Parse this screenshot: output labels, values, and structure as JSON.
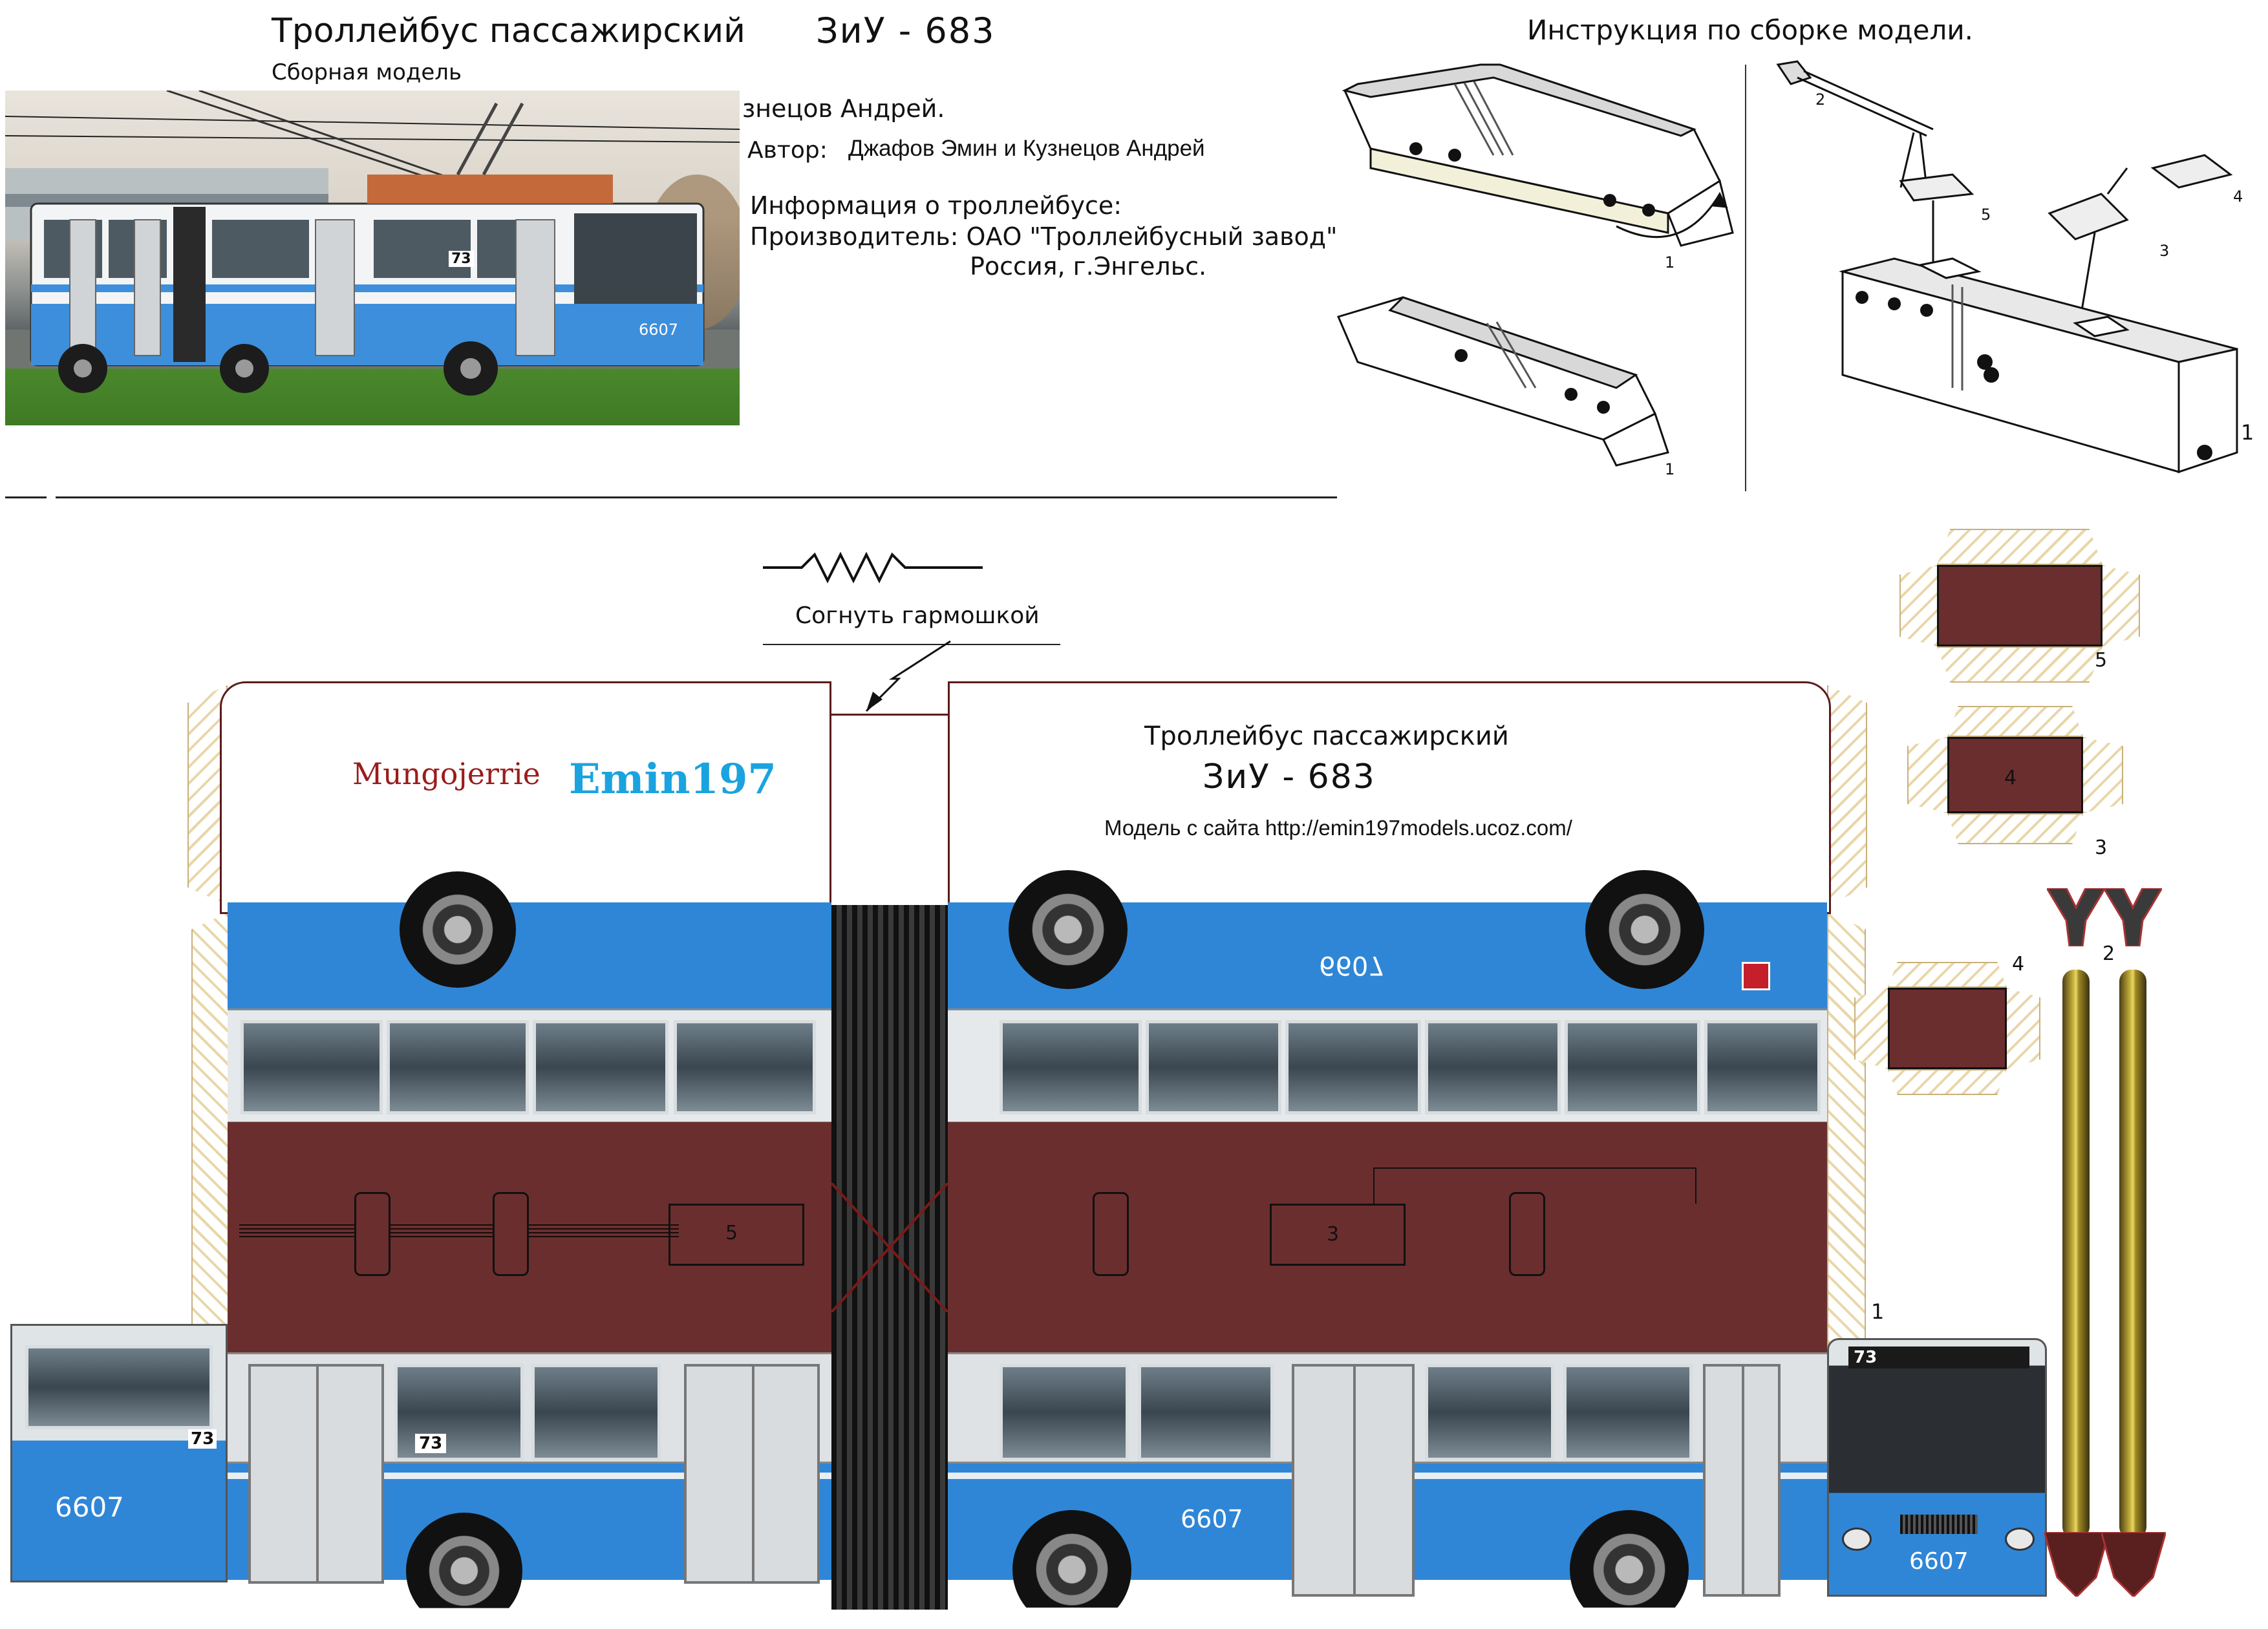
{
  "header": {
    "title": "Троллейбус пассажирский",
    "model": "ЗиУ - 683",
    "subtitle": "Сборная модель",
    "author_fragment": "знецов Андрей.",
    "author_label": "Автор:",
    "author_names": "Джафов Эмин и Кузнецов Андрей",
    "info_heading": "Информация о троллейбусе:",
    "manufacturer": "Производитель: ОАО \"Троллейбусный завод\"",
    "location": "Россия, г.Энгельс.",
    "instructions_title": "Инструкция по сборке модели."
  },
  "photo": {
    "route_number": "73",
    "fleet_number": "6607"
  },
  "instruction_labels": {
    "step1_top": "1",
    "step1_bottom": "1",
    "part2": "2",
    "part3": "3",
    "part4": "4",
    "part5": "5",
    "assembled": "1"
  },
  "fold_note": "Согнуть гармошкой",
  "roof": {
    "brand_left": "Mungojerrie",
    "brand_right": "Emin197",
    "title": "Троллейбус пассажирский",
    "model": "ЗиУ - 683",
    "site": "Модель с сайта http://emin197models.ucoz.com/"
  },
  "body_parts": {
    "fleet_mirrored": "6607",
    "hatch_left": "5",
    "hatch_right": "3",
    "part1_label": "1",
    "fleet_side": "6607",
    "fleet_rear": "6607",
    "fleet_front": "6607",
    "route_side": "73",
    "route_rear": "73",
    "route_front": "73"
  },
  "parts": {
    "part5_label": "5",
    "part4_inner": "4",
    "part3_label": "3",
    "part4_label": "4",
    "pole_label": "2"
  },
  "colors": {
    "body_blue": "#2f86d6",
    "roof_brown": "#6b2e2e",
    "tab_hatch": "#e8d7a8",
    "brand_right": "#1aa3df",
    "brand_left": "#9b1c1c"
  }
}
